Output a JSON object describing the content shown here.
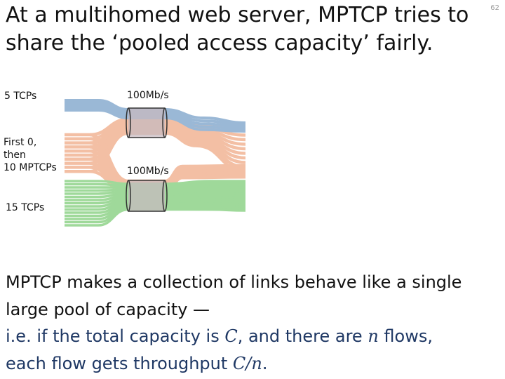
{
  "slide": {
    "title": "At a multihomed web server, MPTCP tries to share the ‘pooled access capacity’ fairly.",
    "number": "62"
  },
  "diagram": {
    "group_top_label": "5 TCPs",
    "group_middle_label_lines": [
      "First 0,",
      "then",
      "10 MPTCPs"
    ],
    "group_bottom_label": "15 TCPs",
    "link_top_capacity": "100Mb/s",
    "link_bottom_capacity": "100Mb/s",
    "colors": {
      "tcp_top": "#9ab8d6",
      "mptcp": "#f3bfa4",
      "tcp_bottom": "#9fd99a",
      "link_fill": "#c7b9bf",
      "link_outline": "#333333"
    }
  },
  "body": {
    "line1": "MPTCP makes a collection of links behave like a single",
    "line2": "large pool of capacity —",
    "line3_pre": "i.e. if the total capacity is ",
    "line3_C": "C",
    "line3_mid": ", and there are ",
    "line3_n": "n",
    "line3_post": " flows,",
    "line4_pre": "each flow gets throughput ",
    "line4_formula": "C/n",
    "line4_post": "."
  }
}
